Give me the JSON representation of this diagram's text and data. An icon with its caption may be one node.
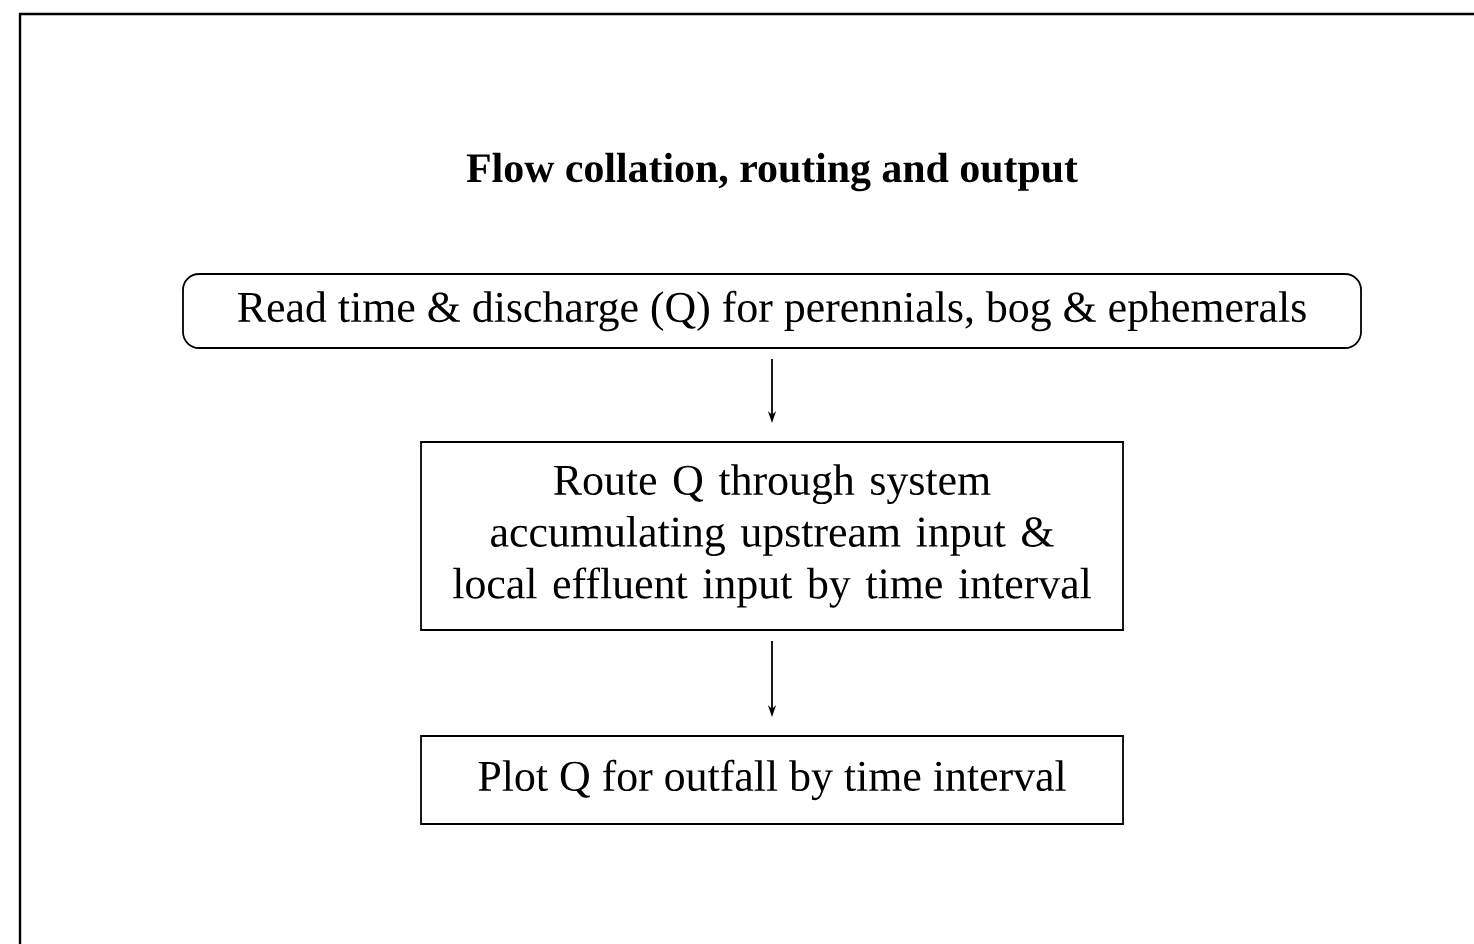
{
  "diagram": {
    "title": "Flow collation, routing and output",
    "nodes": [
      {
        "text": [
          "Read time & discharge (Q) for perennials, bog & ephemerals"
        ]
      },
      {
        "text": [
          "Route Q through system accumulating upstream input & local effluent input by time interval"
        ]
      },
      {
        "text": [
          "Plot Q for outfall by time interval"
        ]
      }
    ],
    "edges": [
      {
        "from": 0,
        "to": 1,
        "arrow": "to"
      },
      {
        "from": 1,
        "to": 2,
        "arrow": "to"
      }
    ]
  }
}
